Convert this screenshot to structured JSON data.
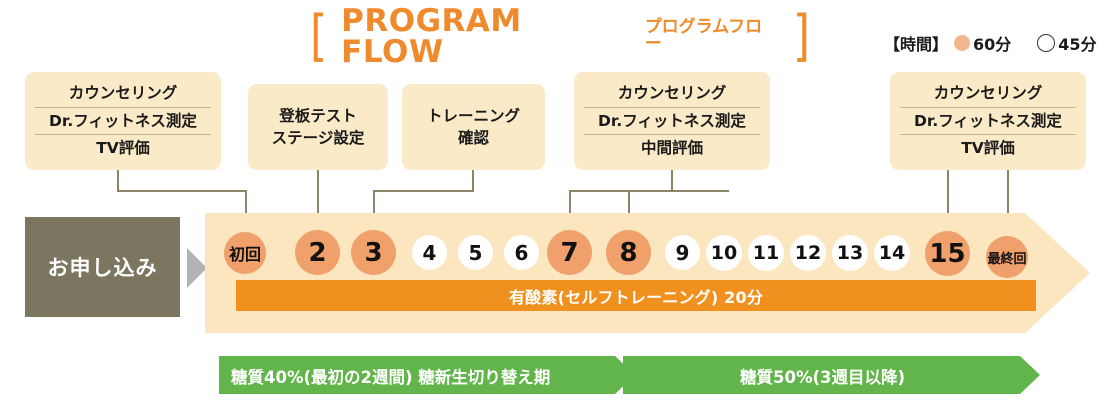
{
  "header": {
    "bracket_left": "[",
    "bracket_right": "]",
    "title_main": "PROGRAM FLOW",
    "title_sub": "プログラムフロー",
    "accent_color": "#ef8b2c"
  },
  "legend": {
    "label": "【時間】",
    "items": [
      {
        "marker": "filled-circle",
        "text": "60分",
        "color": "#f3b68c"
      },
      {
        "marker": "empty-circle",
        "text": "45分",
        "color": "#ffffff"
      }
    ]
  },
  "entry": {
    "label": "お申し込み",
    "block_color": "#7c7560",
    "arrow_color": "#b3b3b3"
  },
  "cards": [
    {
      "id": "card-counseling-tv-1",
      "lines": [
        "カウンセリング",
        "Dr.フィットネス測定",
        "TV評価"
      ],
      "dividers": true
    },
    {
      "id": "card-stage-test",
      "lines": [
        "登板テスト",
        "ステージ設定"
      ],
      "dividers": false
    },
    {
      "id": "card-training-check",
      "lines": [
        "トレーニング",
        "確認"
      ],
      "dividers": false
    },
    {
      "id": "card-counseling-midterm",
      "lines": [
        "カウンセリング",
        "Dr.フィットネス測定",
        "中間評価"
      ],
      "dividers": true
    },
    {
      "id": "card-counseling-tv-2",
      "lines": [
        "カウンセリング",
        "Dr.フィットネス測定",
        "TV評価"
      ],
      "dividers": true
    }
  ],
  "sessions": [
    {
      "label": "初回",
      "duration": "60分",
      "type": "peach",
      "size": "small-text"
    },
    {
      "label": "2",
      "duration": "60分",
      "type": "peach",
      "size": "normal"
    },
    {
      "label": "3",
      "duration": "60分",
      "type": "peach",
      "size": "normal"
    },
    {
      "label": "4",
      "duration": "45分",
      "type": "white",
      "size": "normal"
    },
    {
      "label": "5",
      "duration": "45分",
      "type": "white",
      "size": "normal"
    },
    {
      "label": "6",
      "duration": "45分",
      "type": "white",
      "size": "normal"
    },
    {
      "label": "7",
      "duration": "60分",
      "type": "peach",
      "size": "normal"
    },
    {
      "label": "8",
      "duration": "60分",
      "type": "peach",
      "size": "normal"
    },
    {
      "label": "9",
      "duration": "45分",
      "type": "white",
      "size": "normal"
    },
    {
      "label": "10",
      "duration": "45分",
      "type": "white",
      "size": "normal"
    },
    {
      "label": "11",
      "duration": "45分",
      "type": "white",
      "size": "normal"
    },
    {
      "label": "12",
      "duration": "45分",
      "type": "white",
      "size": "normal"
    },
    {
      "label": "13",
      "duration": "45分",
      "type": "white",
      "size": "normal"
    },
    {
      "label": "14",
      "duration": "45分",
      "type": "white",
      "size": "normal"
    },
    {
      "label": "15",
      "duration": "60分",
      "type": "peach",
      "size": "large"
    },
    {
      "label": "最終回",
      "duration": "60分",
      "type": "peach",
      "size": "small-text"
    }
  ],
  "aerobic_bar": {
    "label": "有酸素(セルフトレーニング) 20分",
    "color": "#f0901e"
  },
  "phases": [
    {
      "id": "phase-1",
      "label": "糖質40%(最初の2週間) 糖新生切り替え期",
      "color": "#62b54a"
    },
    {
      "id": "phase-2",
      "label": "糖質50%(3週目以降)",
      "color": "#62b54a"
    }
  ],
  "band": {
    "fill": "#fce6c0"
  }
}
